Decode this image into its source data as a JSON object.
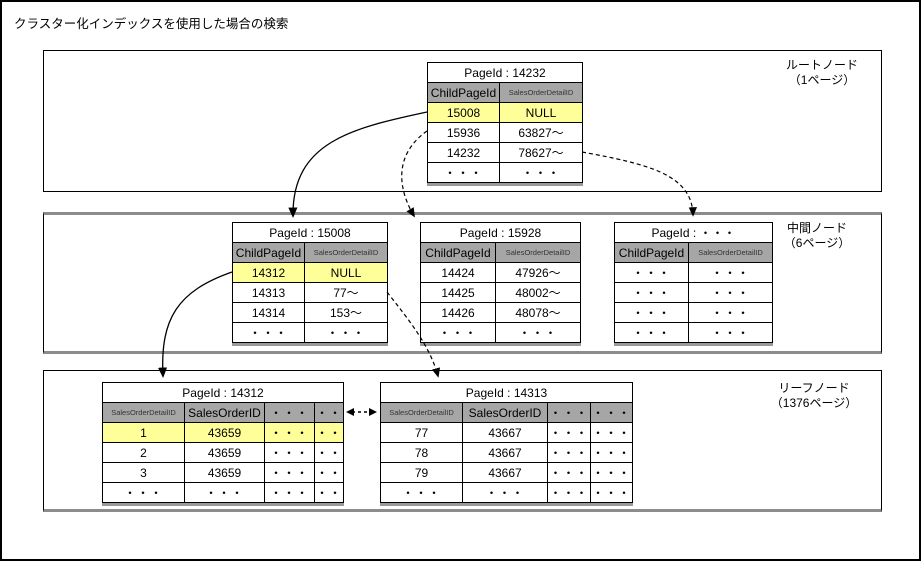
{
  "page_title": "クラスター化インデックスを使用した場合の検索",
  "colors": {
    "highlight_row": "#ffff99",
    "table_header_bg": "#a6a6a6",
    "table_shadow": "#9a9a9a",
    "border": "#000000"
  },
  "sections": {
    "root": {
      "label_line1": "ルートノード",
      "label_line2": "（1ページ）"
    },
    "intermediate": {
      "label_line1": "中間ノード",
      "label_line2": "（6ページ）"
    },
    "leaf": {
      "label_line1": "リーフノード",
      "label_line2": "（1376ページ）"
    }
  },
  "tables": {
    "root": {
      "title": "PageId : 14232",
      "columns": [
        {
          "label": "ChildPageId",
          "small": false
        },
        {
          "label": "SalesOrderDetailID",
          "small": true
        }
      ],
      "rows": [
        {
          "cells": [
            "15008",
            "NULL"
          ],
          "highlight": true
        },
        {
          "cells": [
            "15936",
            "63827～"
          ],
          "highlight": false
        },
        {
          "cells": [
            "14232",
            "78627～"
          ],
          "highlight": false
        },
        {
          "cells": [
            "・・・",
            "・・・"
          ],
          "highlight": false
        }
      ]
    },
    "mid1": {
      "title": "PageId : 15008",
      "columns": [
        {
          "label": "ChildPageId",
          "small": false
        },
        {
          "label": "SalesOrderDetailID",
          "small": true
        }
      ],
      "rows": [
        {
          "cells": [
            "14312",
            "NULL"
          ],
          "highlight": true
        },
        {
          "cells": [
            "14313",
            "77～"
          ],
          "highlight": false
        },
        {
          "cells": [
            "14314",
            "153～"
          ],
          "highlight": false
        },
        {
          "cells": [
            "・・・",
            "・・・"
          ],
          "highlight": false
        }
      ]
    },
    "mid2": {
      "title": "PageId : 15928",
      "columns": [
        {
          "label": "ChildPageId",
          "small": false
        },
        {
          "label": "SalesOrderDetailID",
          "small": true
        }
      ],
      "rows": [
        {
          "cells": [
            "14424",
            "47926～"
          ],
          "highlight": false
        },
        {
          "cells": [
            "14425",
            "48002～"
          ],
          "highlight": false
        },
        {
          "cells": [
            "14426",
            "48078～"
          ],
          "highlight": false
        },
        {
          "cells": [
            "・・・",
            "・・・"
          ],
          "highlight": false
        }
      ]
    },
    "mid3": {
      "title": "PageId : ・・・",
      "columns": [
        {
          "label": "ChildPageId",
          "small": false
        },
        {
          "label": "SalesOrderDetailID",
          "small": true
        }
      ],
      "rows": [
        {
          "cells": [
            "・・・",
            "・・・"
          ],
          "highlight": false
        },
        {
          "cells": [
            "・・・",
            "・・・"
          ],
          "highlight": false
        },
        {
          "cells": [
            "・・・",
            "・・・"
          ],
          "highlight": false
        },
        {
          "cells": [
            "・・・",
            "・・・"
          ],
          "highlight": false
        }
      ]
    },
    "leaf1": {
      "title": "PageId : 14312",
      "columns": [
        {
          "label": "SalesOrderDetailID",
          "small": true
        },
        {
          "label": "SalesOrderID",
          "small": false
        },
        {
          "label": "・・・",
          "small": false
        },
        {
          "label": "・・",
          "small": false
        }
      ],
      "rows": [
        {
          "cells": [
            "1",
            "43659",
            "・・・",
            "・・"
          ],
          "highlight": true
        },
        {
          "cells": [
            "2",
            "43659",
            "・・・",
            "・・"
          ],
          "highlight": false
        },
        {
          "cells": [
            "3",
            "43659",
            "・・・",
            "・・"
          ],
          "highlight": false
        },
        {
          "cells": [
            "・・・",
            "・・・",
            "・・・",
            "・・"
          ],
          "highlight": false
        }
      ]
    },
    "leaf2": {
      "title": "PageId : 14313",
      "columns": [
        {
          "label": "SalesOrderDetailID",
          "small": true
        },
        {
          "label": "SalesOrderID",
          "small": false
        },
        {
          "label": "・・・",
          "small": false
        },
        {
          "label": "・・・",
          "small": false
        }
      ],
      "rows": [
        {
          "cells": [
            "77",
            "43667",
            "・・・",
            "・・・"
          ],
          "highlight": false
        },
        {
          "cells": [
            "78",
            "43667",
            "・・・",
            "・・・"
          ],
          "highlight": false
        },
        {
          "cells": [
            "79",
            "43667",
            "・・・",
            "・・・"
          ],
          "highlight": false
        },
        {
          "cells": [
            "・・・",
            "・・・",
            "・・・",
            "・・・"
          ],
          "highlight": false
        }
      ]
    }
  },
  "links": [
    {
      "from": "root-row-15008",
      "to": "page-15008",
      "style": "solid"
    },
    {
      "from": "root-row-15936",
      "to": "page-15928",
      "style": "dashed"
    },
    {
      "from": "root-row-14232",
      "to": "page-dots",
      "style": "dashed"
    },
    {
      "from": "15008-row-14312",
      "to": "page-14312",
      "style": "solid"
    },
    {
      "from": "15008-row-14313",
      "to": "page-14313",
      "style": "dashed"
    },
    {
      "from": "page-14312",
      "to": "page-14313",
      "style": "dashed-double"
    }
  ]
}
